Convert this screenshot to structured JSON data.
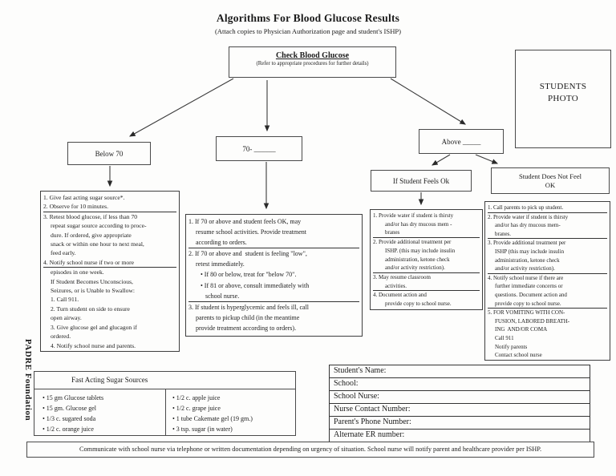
{
  "header": {
    "title": "Algorithms For Blood Glucose Results",
    "subtitle": "(Attach copies to Physician Authorization page and student's ISHP)"
  },
  "flow": {
    "root_title": "Check Blood Glucose",
    "root_note": "(Refer to appropriate procedures for further details)",
    "photo_label": "STUDENTS PHOTO",
    "below_label": "Below 70",
    "range_label": "70- ______",
    "above_label": "Above _____",
    "feels_ok_label": "If Student Feels Ok",
    "not_ok_label_line1": "Student Does Not Feel",
    "not_ok_label_line2": "OK"
  },
  "left_box": {
    "lines": [
      {
        "t": "1. Give fast acting sugar source*.",
        "c": ""
      },
      {
        "t": "2. Observe for 10 minutes.",
        "c": "bb"
      },
      {
        "t": "3. Retest blood glucose, if less than 70",
        "c": ""
      },
      {
        "t": "repeat sugar source according to proce-",
        "c": "i1"
      },
      {
        "t": "dure. If ordered, give appropriate",
        "c": "i1"
      },
      {
        "t": "snack or within one hour to next meal,",
        "c": "i1"
      },
      {
        "t": "feed early.",
        "c": "i1"
      },
      {
        "t": "4. Notify school nurse if two or more",
        "c": "bb"
      },
      {
        "t": "episodes in one week.",
        "c": "i1"
      },
      {
        "t": "If Student Becomes Unconscious,",
        "c": "i1"
      },
      {
        "t": "Seizures, or is Unable to Swallow:",
        "c": "i1"
      },
      {
        "t": "1. Call 911.",
        "c": "i1"
      },
      {
        "t": "2. Turn student on side to ensure",
        "c": "i1"
      },
      {
        "t": "open airway.",
        "c": "i1"
      },
      {
        "t": "3. Give glucose gel and glucagon if",
        "c": "i1"
      },
      {
        "t": "ordered.",
        "c": "i1"
      },
      {
        "t": "4. Notify school nurse and parents.",
        "c": "i1"
      }
    ]
  },
  "middle_box": {
    "lines": [
      {
        "t": "1. If 70 or above and student feels OK, may",
        "c": ""
      },
      {
        "t": "resume school activities. Provide treatment",
        "c": "i1"
      },
      {
        "t": "according to orders.",
        "c": "i1 bb"
      },
      {
        "t": "2. If 70 or above and  student is feeling \"low\",",
        "c": ""
      },
      {
        "t": "retest immediately.",
        "c": "i1"
      },
      {
        "t": "• If 80 or below, treat for \"below 70\".",
        "c": "i2"
      },
      {
        "t": "• If 81 or above, consult immediately with",
        "c": "i2"
      },
      {
        "t": "school nurse.",
        "c": "i3 bb"
      },
      {
        "t": "3. If student is hyperglycemic and feels ill, call",
        "c": ""
      },
      {
        "t": "parents to pickup child (in the meantime",
        "c": "i1"
      },
      {
        "t": "provide treatment according to orders).",
        "c": "i1"
      }
    ]
  },
  "feels_ok_box": {
    "lines": [
      {
        "t": "1. Provide water if student is thirsty",
        "c": ""
      },
      {
        "t": "and/or has dry mucous mem -",
        "c": "i2"
      },
      {
        "t": "branes",
        "c": "i2 bb"
      },
      {
        "t": "2. Provide additional treatment per",
        "c": ""
      },
      {
        "t": "ISHP. (this may include insulin",
        "c": "i2"
      },
      {
        "t": "administration, ketone check",
        "c": "i2"
      },
      {
        "t": "and/or activity restriction).",
        "c": "i2 bb"
      },
      {
        "t": "3. May resume classroom",
        "c": ""
      },
      {
        "t": "activities.",
        "c": "i2 bb"
      },
      {
        "t": "4. Document action and",
        "c": ""
      },
      {
        "t": "provide copy to school nurse.",
        "c": "i2"
      }
    ]
  },
  "not_ok_box": {
    "lines": [
      {
        "t": "1. Call parents to pick up student.",
        "c": "bb"
      },
      {
        "t": "2. Provide water if student is thirsty",
        "c": ""
      },
      {
        "t": "and/or has dry mucous mem-",
        "c": "i1"
      },
      {
        "t": "branes.",
        "c": "i1 bb"
      },
      {
        "t": "3. Provide additional treatment per",
        "c": ""
      },
      {
        "t": "ISHP (this may include insulin",
        "c": "i1"
      },
      {
        "t": "administration, ketone check",
        "c": "i1"
      },
      {
        "t": "and/or activity restriction).",
        "c": "i1 bb"
      },
      {
        "t": "4. Notify school nurse if there are",
        "c": ""
      },
      {
        "t": "further immediate concerns or",
        "c": "i1"
      },
      {
        "t": "questions. Document action and",
        "c": "i1"
      },
      {
        "t": "provide copy to school nurse.",
        "c": "i1 bb"
      },
      {
        "t": "5. FOR VOMITING WITH CON-",
        "c": ""
      },
      {
        "t": "FUSION, LABORED BREATH-",
        "c": "i1"
      },
      {
        "t": "ING  AND/OR COMA",
        "c": "i1"
      },
      {
        "t": "Call 911",
        "c": "i1"
      },
      {
        "t": "Notify parents",
        "c": "i1"
      },
      {
        "t": "Contact school nurse",
        "c": "i1"
      }
    ]
  },
  "sugar": {
    "header": "Fast Acting Sugar Sources",
    "left_items": [
      {
        "t": "• 15 gm Glucose tablets",
        "c": ""
      },
      {
        "t": "• 15 gm. Glucose gel",
        "c": ""
      },
      {
        "t": "• 1/3 c. sugared soda",
        "c": ""
      },
      {
        "t": "• 1/2 c. orange juice",
        "c": ""
      }
    ],
    "right_items": [
      {
        "t": "• 1/2 c. apple juice",
        "c": ""
      },
      {
        "t": "• 1/2 c. grape juice",
        "c": ""
      },
      {
        "t": "• 1 tube Cakemate gel (19 gm.)",
        "c": ""
      },
      {
        "t": "• 3 tsp. sugar (in water)",
        "c": ""
      }
    ]
  },
  "fields": {
    "items": [
      {
        "t": "Student's Name:",
        "c": ""
      },
      {
        "t": "School:",
        "c": ""
      },
      {
        "t": "School Nurse:",
        "c": ""
      },
      {
        "t": "Nurse Contact Number:",
        "c": ""
      },
      {
        "t": "Parent's Phone Number:",
        "c": ""
      },
      {
        "t": "Alternate ER number:",
        "c": ""
      }
    ]
  },
  "footer": "Communicate with school nurse via telephone or written documentation depending on urgency of situation. School nurse will  notify parent and healthcare provider per ISHP.",
  "side_label": "PADRE Foundation"
}
